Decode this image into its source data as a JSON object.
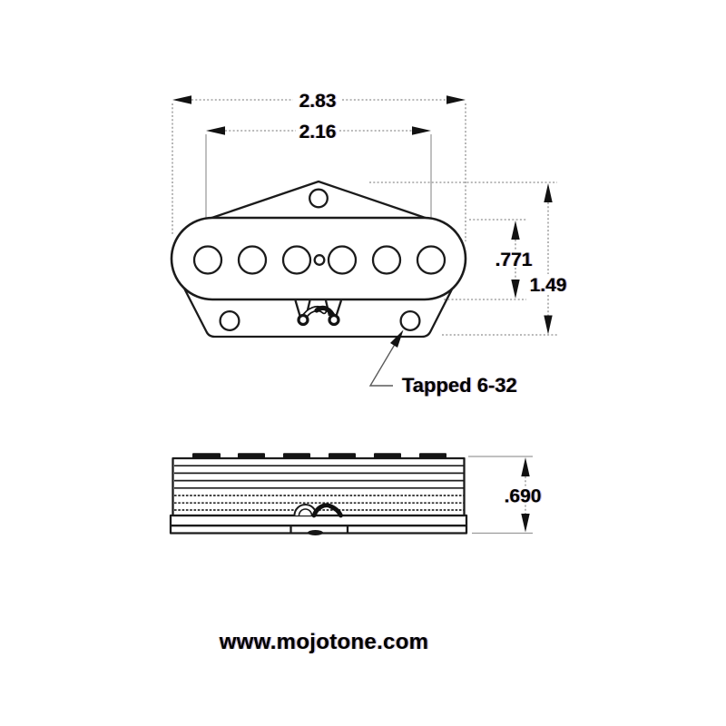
{
  "page": {
    "background": "#ffffff"
  },
  "drawing": {
    "type": "technical-dimension-drawing",
    "subject": "single-coil pickup, top and side views",
    "colors": {
      "line": "#1b1b1b",
      "dim_line": "#8f8f8f",
      "text": "#000000"
    },
    "top_view": {
      "pole_count": 6,
      "dims": {
        "overall_width": "2.83",
        "pole_spread": "2.16",
        "cover_height": ".771",
        "overall_height": "1.49"
      },
      "tapped_label": "Tapped 6-32"
    },
    "side_view": {
      "dims": {
        "height": ".690"
      }
    },
    "footer": {
      "website": "www.mojotone.com"
    }
  }
}
